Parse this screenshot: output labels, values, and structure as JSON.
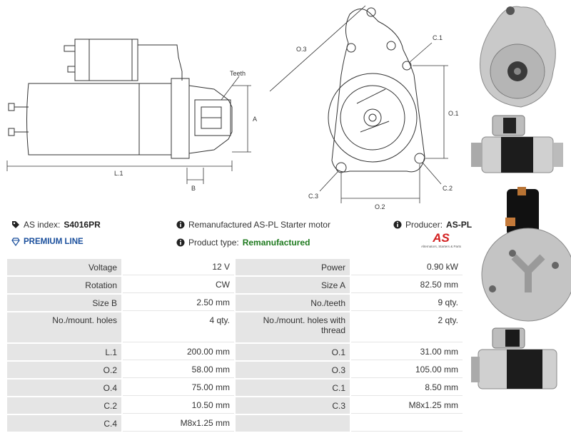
{
  "diagram": {
    "label_teeth": "Teeth",
    "label_a": "A",
    "label_b": "B",
    "label_l1": "L.1",
    "label_o1": "O.1",
    "label_o2": "O.2",
    "label_o3": "O.3",
    "label_c1": "C.1",
    "label_c2": "C.2",
    "label_c3": "C.3"
  },
  "info": {
    "as_index_label": "AS index:",
    "as_index_value": "S4016PR",
    "premium_line": "PREMIUM LINE",
    "description": "Remanufactured AS-PL Starter motor",
    "product_type_label": "Product type:",
    "product_type_value": "Remanufactured",
    "producer_label": "Producer:",
    "producer_value": "AS-PL",
    "logo_text": "AS",
    "logo_subtext": "Alternators, Starters & Parts"
  },
  "specs": {
    "rows": [
      {
        "l1": "Voltage",
        "v1": "12 V",
        "l2": "Power",
        "v2": "0.90 kW"
      },
      {
        "l1": "Rotation",
        "v1": "CW",
        "l2": "Size A",
        "v2": "82.50 mm"
      },
      {
        "l1": "Size B",
        "v1": "2.50 mm",
        "l2": "No./teeth",
        "v2": "9 qty."
      },
      {
        "l1": "No./mount. holes",
        "v1": "4 qty.",
        "l2": "No./mount. holes with thread",
        "v2": "2 qty."
      },
      {
        "l1": "L.1",
        "v1": "200.00 mm",
        "l2": "O.1",
        "v2": "31.00 mm"
      },
      {
        "l1": "O.2",
        "v1": "58.00 mm",
        "l2": "O.3",
        "v2": "105.00 mm"
      },
      {
        "l1": "O.4",
        "v1": "75.00 mm",
        "l2": "C.1",
        "v2": "8.50 mm"
      },
      {
        "l1": "C.2",
        "v1": "10.50 mm",
        "l2": "C.3",
        "v2": "M8x1.25 mm"
      },
      {
        "l1": "C.4",
        "v1": "M8x1.25 mm",
        "l2": "",
        "v2": ""
      }
    ]
  }
}
